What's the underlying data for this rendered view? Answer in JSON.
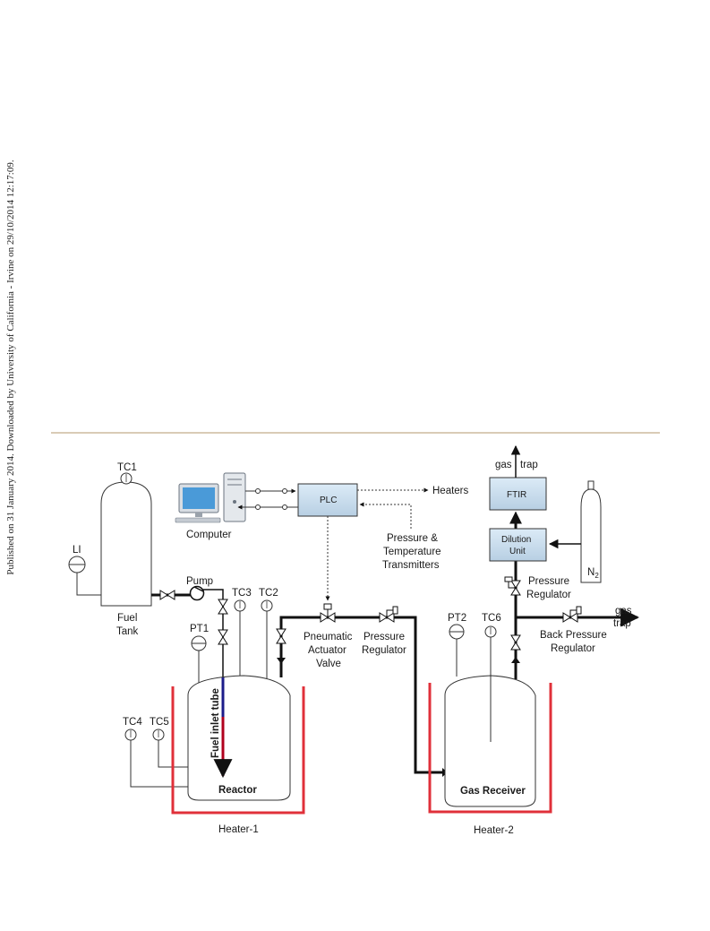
{
  "margin_note": "Published on 31 January 2014. Downloaded by University of California - Irvine on 29/10/2014 12:17:09.",
  "components": {
    "fuel_tank": [
      "Fuel",
      "Tank"
    ],
    "tc1": "TC1",
    "li": "LI",
    "pump": "Pump",
    "tc3": "TC3",
    "tc2": "TC2",
    "pt1": "PT1",
    "tc4": "TC4",
    "tc5": "TC5",
    "fuel_inlet_tube": "Fuel inlet tube",
    "reactor": "Reactor",
    "heater1": "Heater-1",
    "computer": "Computer",
    "plc": "PLC",
    "heaters": "Heaters",
    "transmitters": [
      "Pressure &",
      "Temperature",
      "Transmitters"
    ],
    "pneumatic_valve": [
      "Pneumatic",
      "Actuator",
      "Valve"
    ],
    "pressure_regulator1": [
      "Pressure",
      "Regulator"
    ],
    "pt2": "PT2",
    "tc6": "TC6",
    "gas_receiver": "Gas Receiver",
    "heater2": "Heater-2",
    "gas_trap_top": [
      "gas",
      "trap"
    ],
    "ftir": "FTIR",
    "dilution_unit": [
      "Dilution",
      "Unit"
    ],
    "n2": "N",
    "n2_sub": "2",
    "pressure_regulator2": [
      "Pressure",
      "Regulator"
    ],
    "gas_trap_right": [
      "gas",
      "trap"
    ],
    "back_pressure_regulator": [
      "Back Pressure",
      "Regulator"
    ]
  }
}
